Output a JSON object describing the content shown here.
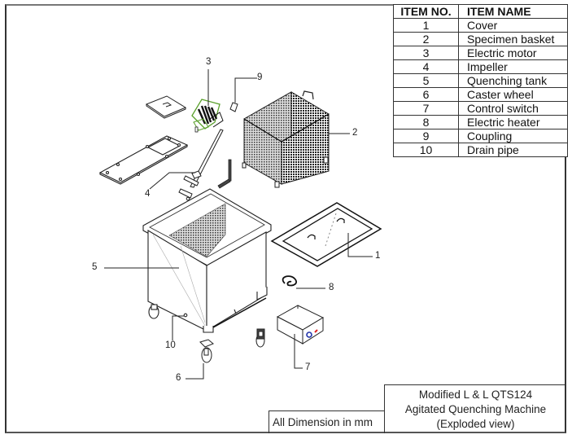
{
  "parts_table": {
    "headers": {
      "item_no": "ITEM NO.",
      "item_name": "ITEM NAME"
    },
    "rows": [
      {
        "no": "1",
        "name": "Cover"
      },
      {
        "no": "2",
        "name": "Specimen basket"
      },
      {
        "no": "3",
        "name": "Electric motor"
      },
      {
        "no": "4",
        "name": "Impeller"
      },
      {
        "no": "5",
        "name": "Quenching tank"
      },
      {
        "no": "6",
        "name": "Caster wheel"
      },
      {
        "no": "7",
        "name": "Control switch"
      },
      {
        "no": "8",
        "name": "Electric heater"
      },
      {
        "no": "9",
        "name": "Coupling"
      },
      {
        "no": "10",
        "name": "Drain pipe"
      }
    ]
  },
  "title_block": {
    "line1": "Modified L & L QTS124",
    "line2": "Agitated Quenching Machine",
    "line3": "(Exploded view)",
    "dimension_note": "All Dimension in mm"
  },
  "callouts": {
    "c1": "1",
    "c2": "2",
    "c3": "3",
    "c4": "4",
    "c5": "5",
    "c6": "6",
    "c7": "7",
    "c8": "8",
    "c9": "9",
    "c10": "10"
  },
  "colors": {
    "motor_outline": "#5aa02c",
    "switch_knob": "#2233aa",
    "switch_indicator": "#dd2222"
  }
}
